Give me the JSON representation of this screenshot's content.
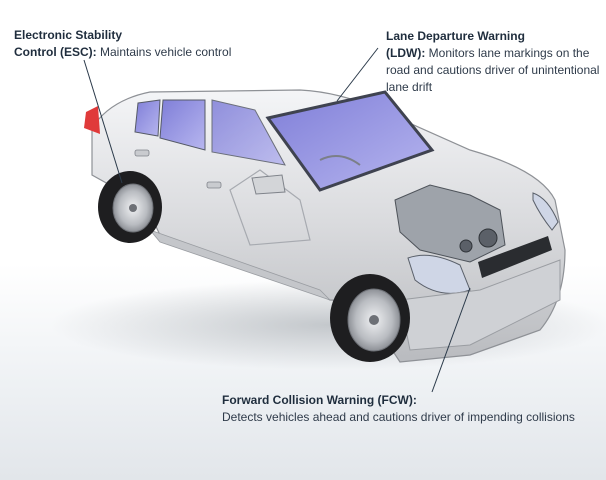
{
  "callouts": {
    "esc": {
      "title_line1": "Electronic Stability",
      "title_line2": "Control (ESC):",
      "desc": " Maintains vehicle control"
    },
    "ldw": {
      "title_line1": "Lane Departure Warning",
      "title_line2": "(LDW):",
      "desc": " Monitors lane markings on the road and cautions driver of unintentional lane drift"
    },
    "fcw": {
      "title": "Forward Collision Warning (FCW):",
      "desc": "Detects vehicles ahead and cautions driver of impending collisions"
    }
  },
  "colors": {
    "text": "#2f3b4a",
    "glass": "#8e8de0",
    "body": "#d8d9dc",
    "tire": "#1e1e20",
    "taillight": "#e03a3a",
    "leader": "#2b3a4a"
  }
}
